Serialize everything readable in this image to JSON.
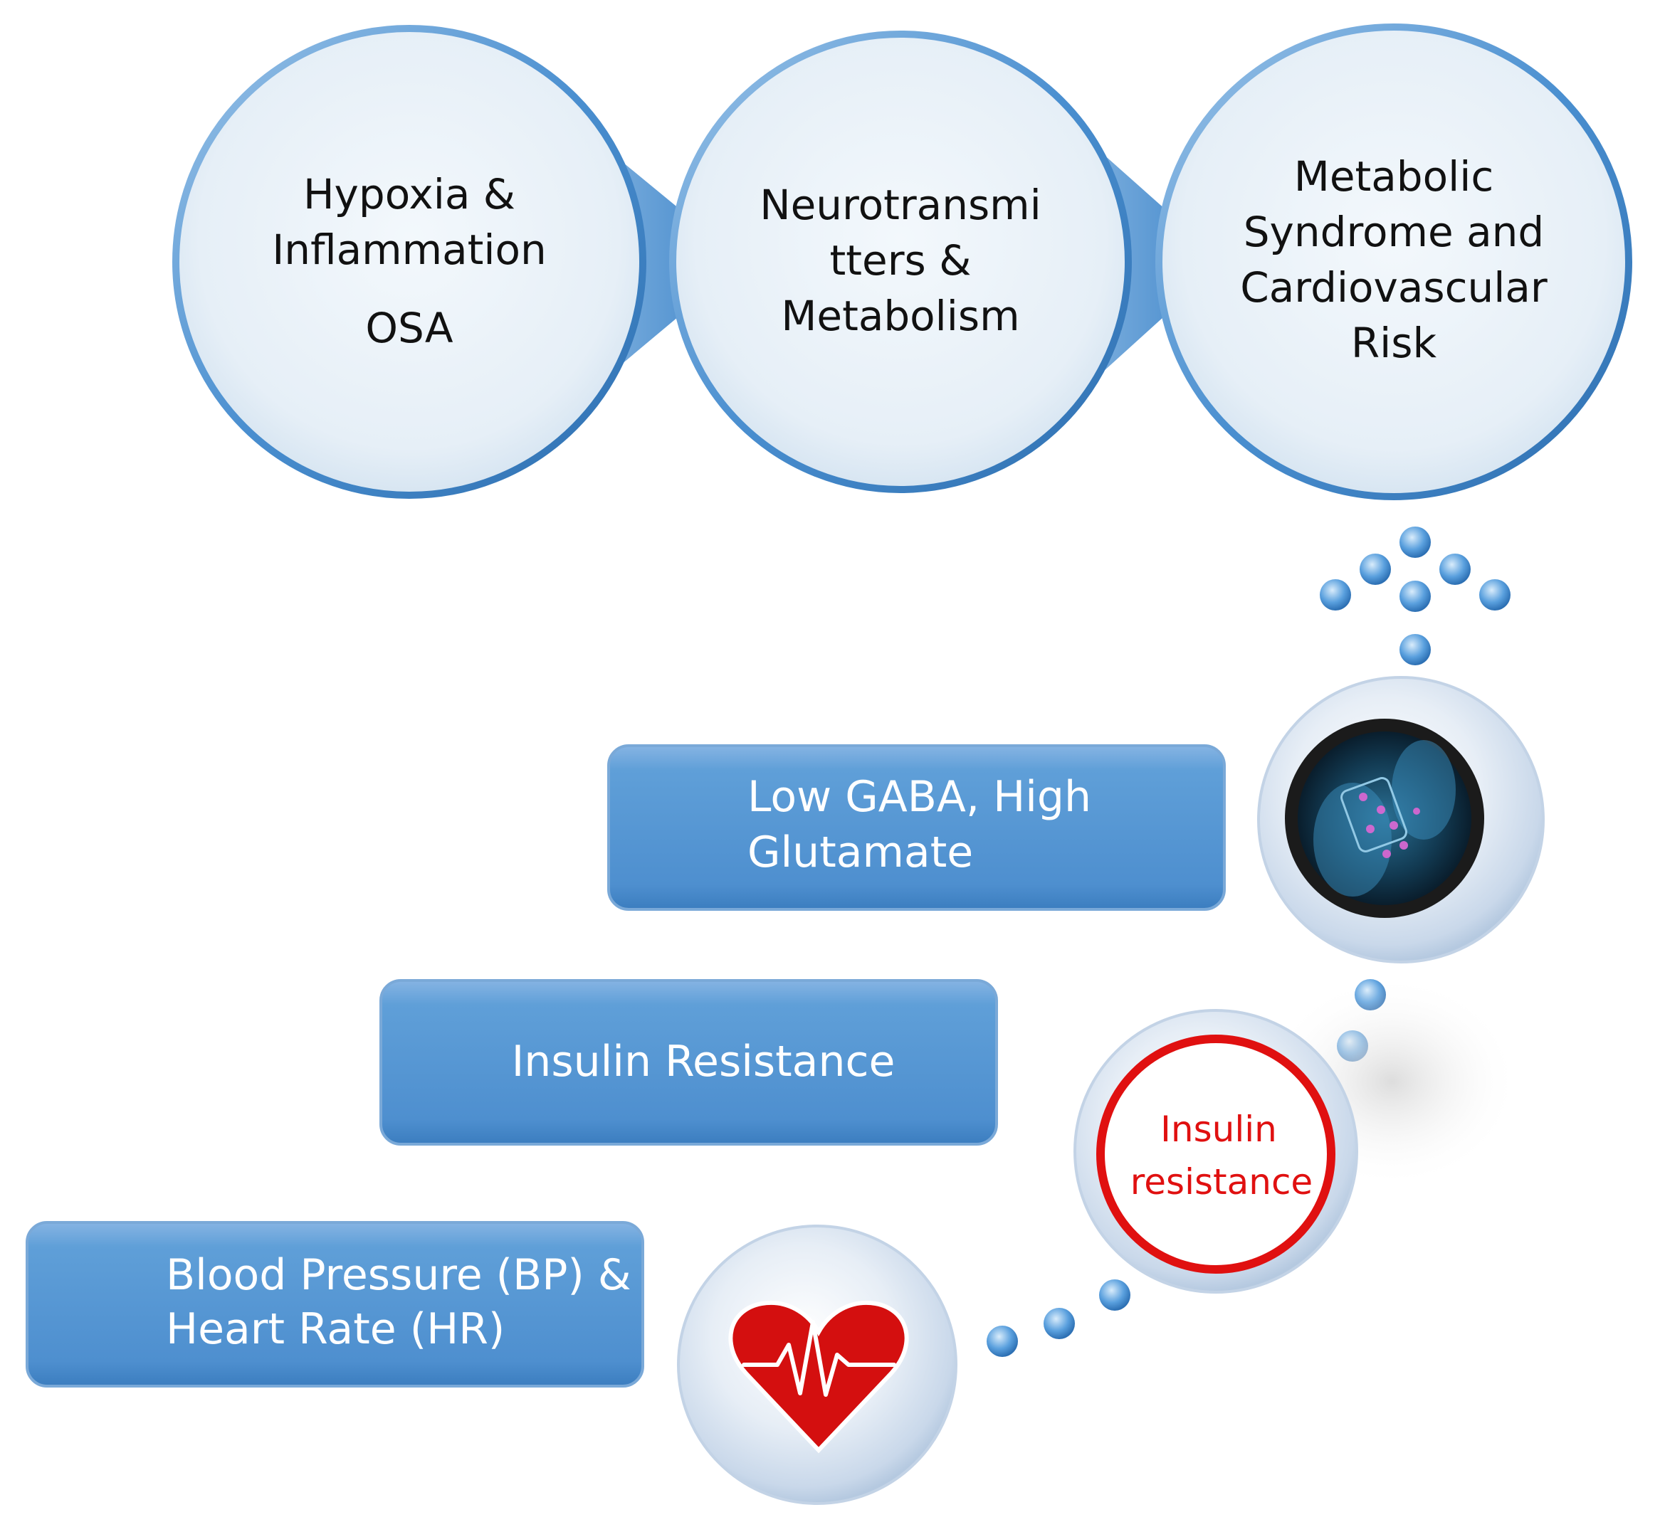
{
  "flow": {
    "steps": [
      {
        "line1": "Hypoxia &",
        "line2": "Inflammation",
        "line3": "OSA"
      },
      {
        "line1": "Neurotransmi",
        "line2": "tters &",
        "line3": "Metabolism"
      },
      {
        "line1": "Metabolic",
        "line2": "Syndrome and",
        "line3": "Cardiovascular",
        "line4": "Risk"
      }
    ]
  },
  "stairs": {
    "boxes": [
      {
        "line1": "Low GABA, High",
        "line2": "Glutamate"
      },
      {
        "line1": "Insulin Resistance"
      },
      {
        "line1": "Blood Pressure (BP) &",
        "line2": "Heart Rate (HR)"
      }
    ],
    "icons": {
      "insulin_line1": "Insulin",
      "insulin_line2": "resistance"
    }
  },
  "colors": {
    "box_blue": "#5b9bd5",
    "circle_border": "#5b9bd5",
    "insulin_red": "#e01010",
    "heart_red": "#d40f0f"
  }
}
